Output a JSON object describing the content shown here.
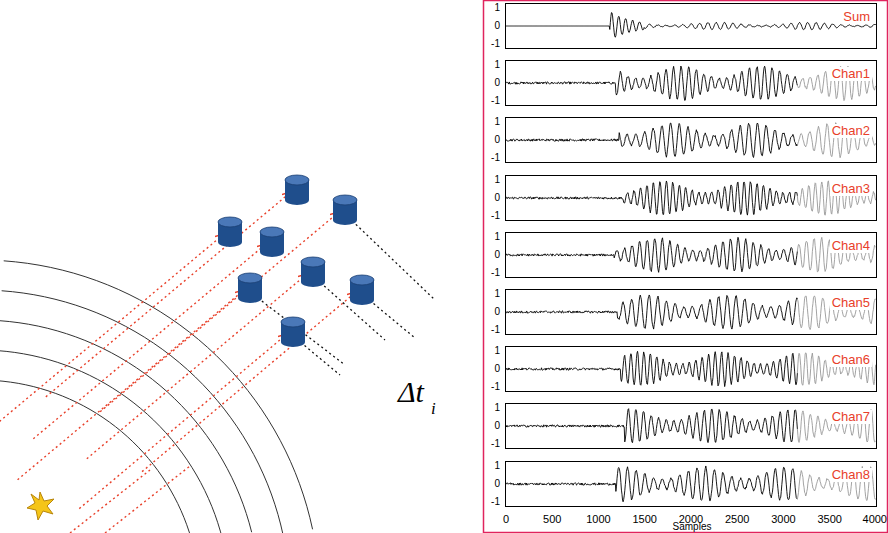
{
  "diagram": {
    "nodes": [
      {
        "text": [
          "Sum"
        ]
      },
      {
        "text": [
          "Chan1"
        ]
      },
      {
        "text": [
          "Chan2"
        ]
      },
      {
        "text": [
          "Chan3"
        ]
      },
      {
        "text": [
          "Chan4"
        ]
      },
      {
        "text": [
          "Chan5"
        ]
      },
      {
        "text": [
          "Chan6"
        ]
      },
      {
        "text": [
          "Chan7"
        ]
      },
      {
        "text": [
          "Chan8"
        ]
      }
    ],
    "labels": [
      "Δt",
      "i",
      "1",
      "0",
      "-1",
      "1",
      "0",
      "-1",
      "1",
      "0",
      "-1",
      "1",
      "0",
      "-1",
      "1",
      "0",
      "-1",
      "1",
      "0",
      "-1",
      "1",
      "0",
      "-1",
      "1",
      "0",
      "-1",
      "1",
      "0",
      "-1",
      "0",
      "500",
      "1000",
      "1500",
      "2000",
      "2500",
      "3000",
      "3500",
      "4000",
      "Samples"
    ]
  }
}
